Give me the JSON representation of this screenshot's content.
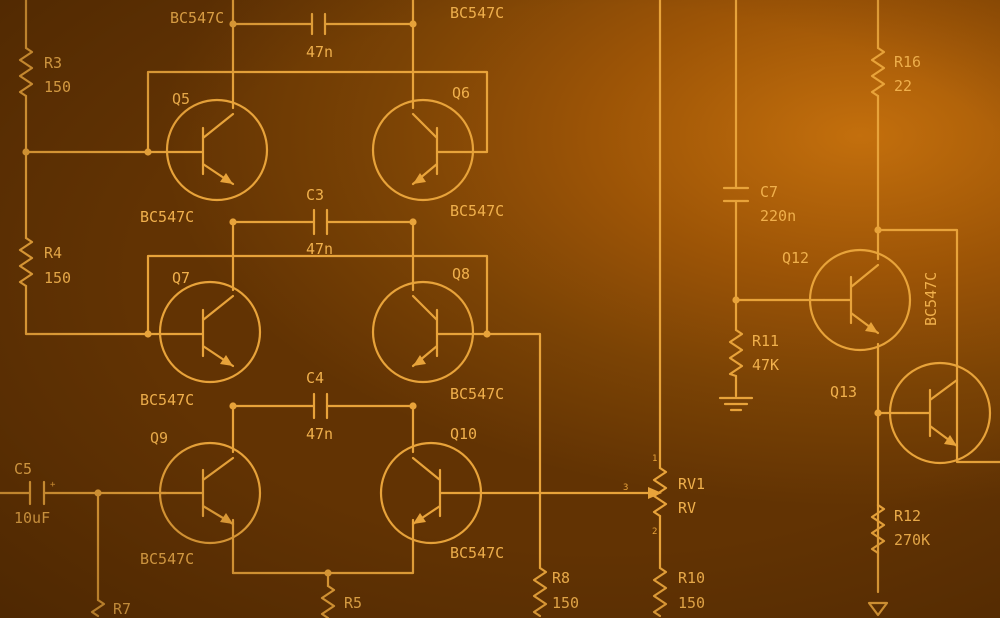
{
  "transistors": [
    {
      "ref": "Q5",
      "part": "BC547C"
    },
    {
      "ref": "Q6",
      "part": "BC547C"
    },
    {
      "ref": "Q7",
      "part": "BC547C"
    },
    {
      "ref": "Q8",
      "part": "BC547C"
    },
    {
      "ref": "Q9",
      "part": "BC547C"
    },
    {
      "ref": "Q10",
      "part": "BC547C"
    },
    {
      "ref": "Q12",
      "part": "BC547C"
    },
    {
      "ref": "Q13",
      "part": ""
    }
  ],
  "top_parts": {
    "left": "BC547C",
    "right": "BC547C"
  },
  "capacitors": [
    {
      "ref": "",
      "value": "47n"
    },
    {
      "ref": "C3",
      "value": "47n"
    },
    {
      "ref": "C4",
      "value": "47n"
    },
    {
      "ref": "C5",
      "value": "10uF"
    },
    {
      "ref": "C7",
      "value": "220n"
    }
  ],
  "resistors": [
    {
      "ref": "R3",
      "value": "150"
    },
    {
      "ref": "R4",
      "value": "150"
    },
    {
      "ref": "R5",
      "value": ""
    },
    {
      "ref": "R7",
      "value": ""
    },
    {
      "ref": "R8",
      "value": "150"
    },
    {
      "ref": "R10",
      "value": "150"
    },
    {
      "ref": "R11",
      "value": "47K"
    },
    {
      "ref": "R12",
      "value": "270K"
    },
    {
      "ref": "R16",
      "value": "22"
    }
  ],
  "potentiometer": {
    "ref": "RV1",
    "value": "RV",
    "pins": [
      "1",
      "2",
      "3"
    ]
  },
  "c5_polarity": "+"
}
